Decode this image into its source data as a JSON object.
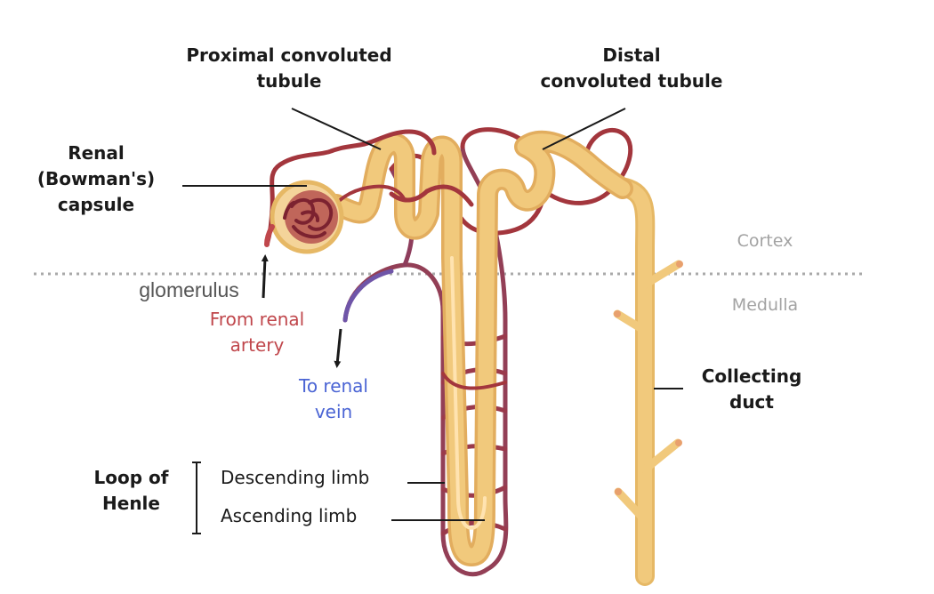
{
  "labels": {
    "proximal_line1": "Proximal convoluted",
    "proximal_line2": "tubule",
    "distal_line1": "Distal",
    "distal_line2": "convoluted tubule",
    "renal_line1": "Renal",
    "renal_line2": "(Bowman's)",
    "renal_line3": "capsule",
    "cortex": "Cortex",
    "medulla": "Medulla",
    "glomerulus": "glomerulus",
    "artery_line1": "From renal",
    "artery_line2": "artery",
    "vein_line1": "To renal",
    "vein_line2": "vein",
    "collecting_line1": "Collecting",
    "collecting_line2": "duct",
    "loop_line1": "Loop of",
    "loop_line2": "Henle",
    "descending": "Descending limb",
    "ascending": "Ascending limb"
  },
  "colors": {
    "tubule": "#f0c77a",
    "tubule_edge": "#e2ad5e",
    "artery": "#a3363d",
    "vessel_mid": "#8e3d5c",
    "vein": "#6f55a8",
    "capsule_fill": "#f4d49a",
    "glomerulus_fill": "#b36050",
    "text_red": "#c0474c",
    "text_blue": "#4a64d4"
  }
}
